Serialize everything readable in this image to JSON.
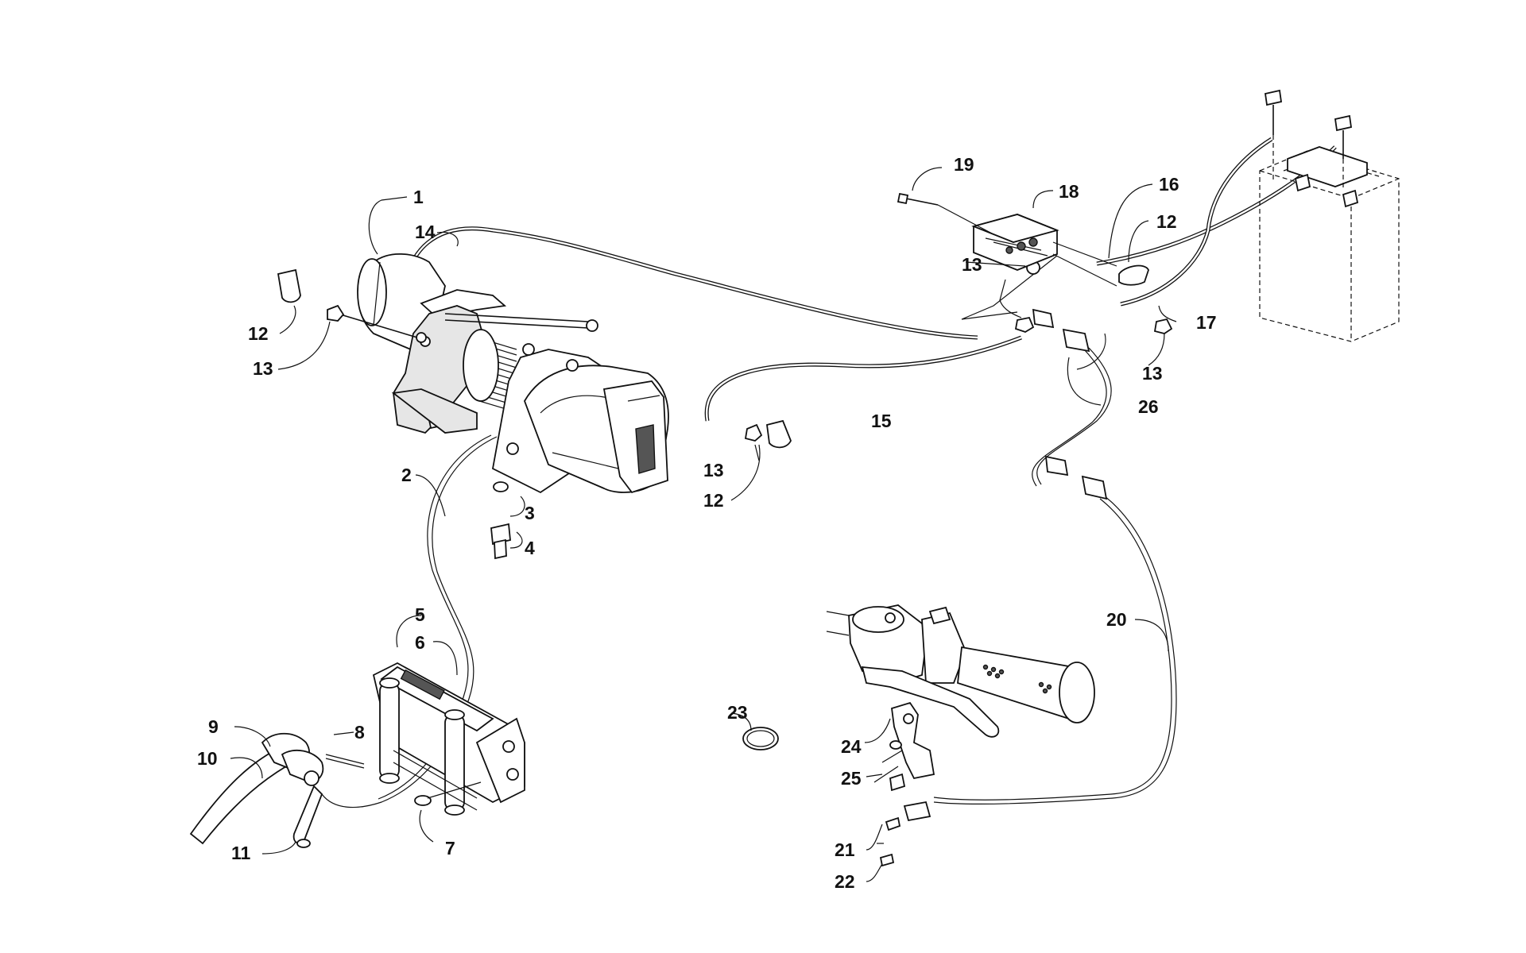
{
  "callouts": {
    "c1": "1",
    "c2": "2",
    "c3": "3",
    "c4": "4",
    "c5": "5",
    "c6": "6",
    "c7": "7",
    "c8": "8",
    "c9": "9",
    "c10": "10",
    "c11": "11",
    "c12a": "12",
    "c12b": "12",
    "c12c": "12",
    "c13a": "13",
    "c13b": "13",
    "c13c": "13",
    "c13d": "13",
    "c14": "14",
    "c15": "15",
    "c16": "16",
    "c17": "17",
    "c18": "18",
    "c19": "19",
    "c20": "20",
    "c21": "21",
    "c22": "22",
    "c23": "23",
    "c24": "24",
    "c25": "25",
    "c26": "26"
  }
}
